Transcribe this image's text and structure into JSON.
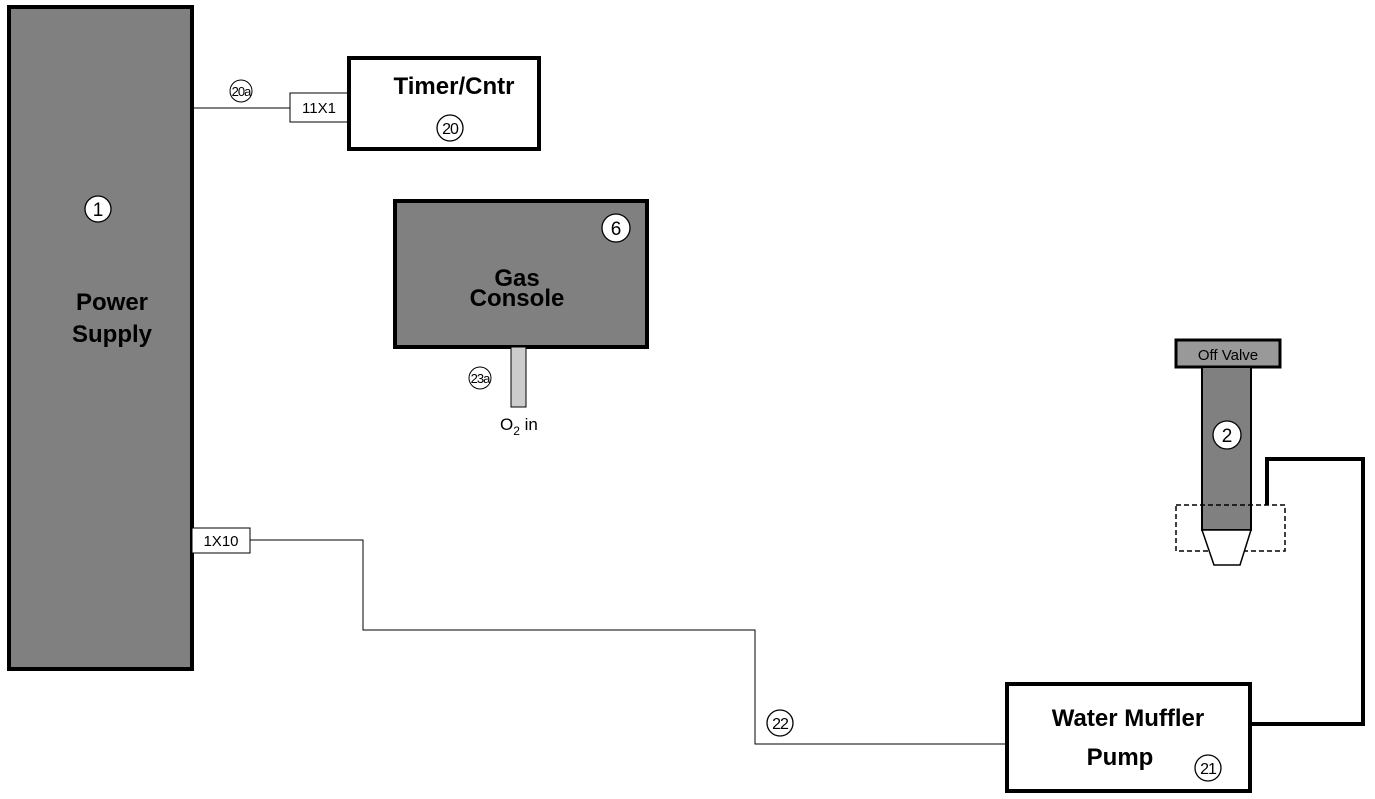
{
  "power_supply": {
    "number": "1",
    "label_line1": "Power",
    "label_line2": "Supply"
  },
  "timer": {
    "title": "Timer/Cntr",
    "number": "20",
    "connector": "11X1",
    "cable_number": "20a"
  },
  "gas_console": {
    "number": "6",
    "label_line1": "Gas",
    "label_line2": "Console",
    "inlet_number": "23a",
    "inlet_label_base": "O",
    "inlet_label_sub": "2",
    "inlet_label_tail": " in"
  },
  "torch": {
    "number": "2",
    "valve_label": "Off Valve"
  },
  "pump_connector": {
    "connector": "1X10",
    "cable_number": "22"
  },
  "water_muffler": {
    "label_line1": "Water Muffler",
    "label_line2": "Pump",
    "number": "21"
  },
  "colors": {
    "component_fill": "#808080",
    "valve_fill": "#999999",
    "outline": "#000000",
    "background": "#ffffff"
  }
}
